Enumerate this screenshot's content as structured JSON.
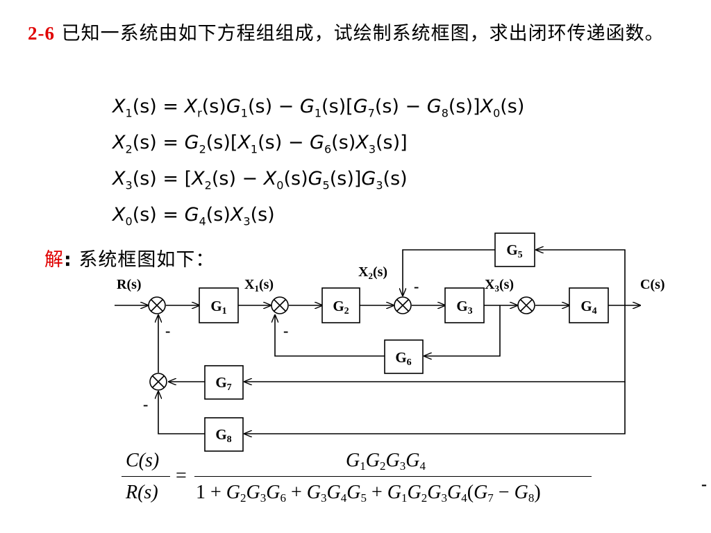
{
  "problem": {
    "number": "2-6",
    "text": "已知一系统由如下方程组组成，试绘制系统框图，求出闭环传递函数。"
  },
  "equations": [
    {
      "lhs": "X",
      "lhs_sub": "1",
      "body": [
        {
          "t": "(s) = "
        },
        {
          "v": "X"
        },
        {
          "s": "r"
        },
        {
          "t": "(s)"
        },
        {
          "v": "G"
        },
        {
          "s": "1"
        },
        {
          "t": "(s) − "
        },
        {
          "v": "G"
        },
        {
          "s": "1"
        },
        {
          "t": "(s)["
        },
        {
          "v": "G"
        },
        {
          "s": "7"
        },
        {
          "t": "(s) − "
        },
        {
          "v": "G"
        },
        {
          "s": "8"
        },
        {
          "t": "(s)]"
        },
        {
          "v": "X"
        },
        {
          "s": "0"
        },
        {
          "t": "(s)"
        }
      ]
    },
    {
      "lhs": "X",
      "lhs_sub": "2",
      "body": [
        {
          "t": "(s) = "
        },
        {
          "v": "G"
        },
        {
          "s": "2"
        },
        {
          "t": "(s)["
        },
        {
          "v": "X"
        },
        {
          "s": "1"
        },
        {
          "t": "(s) − "
        },
        {
          "v": "G"
        },
        {
          "s": "6"
        },
        {
          "t": "(s)"
        },
        {
          "v": "X"
        },
        {
          "s": "3"
        },
        {
          "t": "(s)]"
        }
      ]
    },
    {
      "lhs": "X",
      "lhs_sub": "3",
      "body": [
        {
          "t": "(s) = ["
        },
        {
          "v": "X"
        },
        {
          "s": "2"
        },
        {
          "t": "(s) − "
        },
        {
          "v": "X"
        },
        {
          "s": "0"
        },
        {
          "t": "(s)"
        },
        {
          "v": "G"
        },
        {
          "s": "5"
        },
        {
          "t": "(s)]"
        },
        {
          "v": "G"
        },
        {
          "s": "3"
        },
        {
          "t": "(s)"
        }
      ]
    },
    {
      "lhs": "X",
      "lhs_sub": "0",
      "body": [
        {
          "t": "(s) = "
        },
        {
          "v": "G"
        },
        {
          "s": "4"
        },
        {
          "t": "(s)"
        },
        {
          "v": "X"
        },
        {
          "s": "3"
        },
        {
          "t": "(s)"
        }
      ]
    }
  ],
  "solution": {
    "key": "解",
    "colon": ":",
    "text": " 系统框图如下："
  },
  "diagram": {
    "signals": {
      "R": "R(s)",
      "X1": "X",
      "X1_sub": "1",
      "X1_suffix": "(s)",
      "X2": "X",
      "X2_sub": "2",
      "X2_suffix": "(s)",
      "X3": "X",
      "X3_sub": "3",
      "X3_suffix": "(s)",
      "C": "C(s)"
    },
    "blocks": [
      {
        "id": "G1",
        "base": "G",
        "sub": "1"
      },
      {
        "id": "G2",
        "base": "G",
        "sub": "2"
      },
      {
        "id": "G3",
        "base": "G",
        "sub": "3"
      },
      {
        "id": "G4",
        "base": "G",
        "sub": "4"
      },
      {
        "id": "G5",
        "base": "G",
        "sub": "5"
      },
      {
        "id": "G6",
        "base": "G",
        "sub": "6"
      },
      {
        "id": "G7",
        "base": "G",
        "sub": "7"
      },
      {
        "id": "G8",
        "base": "G",
        "sub": "8"
      }
    ],
    "minus_sign": "-"
  },
  "formula": {
    "lhs_num": "C(s)",
    "lhs_den": "R(s)",
    "equals": "=",
    "rhs_num": [
      {
        "v": "G"
      },
      {
        "s": "1"
      },
      {
        "v": "G"
      },
      {
        "s": "2"
      },
      {
        "v": "G"
      },
      {
        "s": "3"
      },
      {
        "v": "G"
      },
      {
        "s": "4"
      }
    ],
    "rhs_den": [
      {
        "t": "1 + "
      },
      {
        "v": "G"
      },
      {
        "s": "2"
      },
      {
        "v": "G"
      },
      {
        "s": "3"
      },
      {
        "v": "G"
      },
      {
        "s": "6"
      },
      {
        "t": " + "
      },
      {
        "v": "G"
      },
      {
        "s": "3"
      },
      {
        "v": "G"
      },
      {
        "s": "4"
      },
      {
        "v": "G"
      },
      {
        "s": "5"
      },
      {
        "t": " + "
      },
      {
        "v": "G"
      },
      {
        "s": "1"
      },
      {
        "v": "G"
      },
      {
        "s": "2"
      },
      {
        "v": "G"
      },
      {
        "s": "3"
      },
      {
        "v": "G"
      },
      {
        "s": "4"
      },
      {
        "t": "("
      },
      {
        "v": "G"
      },
      {
        "s": "7"
      },
      {
        "t": " − "
      },
      {
        "v": "G"
      },
      {
        "s": "8"
      },
      {
        "t": ")"
      }
    ]
  },
  "trailing_mark": "-"
}
